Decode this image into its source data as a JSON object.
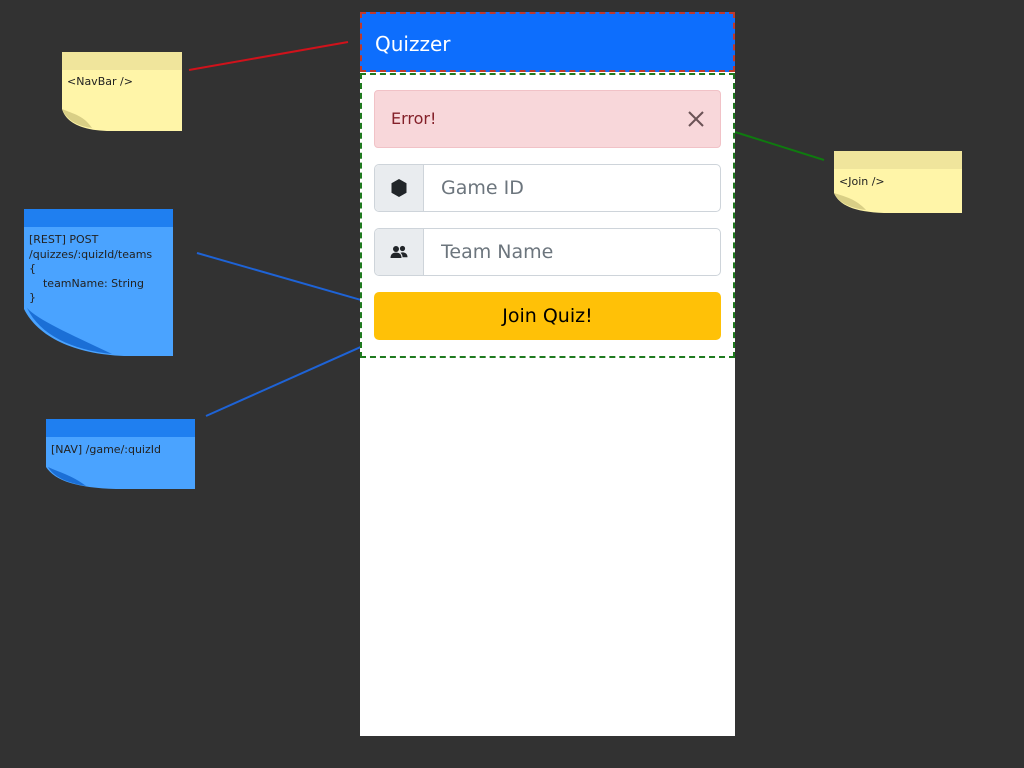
{
  "app": {
    "title": "Quizzer"
  },
  "alert": {
    "message": "Error!",
    "close_icon": "close-icon"
  },
  "form": {
    "game_id": {
      "icon": "hexagon-icon",
      "placeholder": "Game ID",
      "value": ""
    },
    "team_name": {
      "icon": "people-icon",
      "placeholder": "Team Name",
      "value": ""
    },
    "submit_label": "Join Quiz!"
  },
  "annotations": {
    "navbar_note": "<NavBar />",
    "join_note": "<Join />",
    "rest_note": "[REST] POST\n/quizzes/:quizId/teams\n{\n    teamName: String\n}",
    "nav_note": "[NAV] /game/:quizId"
  },
  "colors": {
    "background": "#323232",
    "navbar": "#0d6efd",
    "alert_bg": "#f8d7da",
    "alert_text": "#842029",
    "button": "#ffc107",
    "yellow_note": "#fff5a8",
    "blue_note": "#4aa3ff",
    "navbar_connector": "#d0121b",
    "join_connector": "#0f7a0f",
    "rest_connector": "#1e63d6"
  }
}
